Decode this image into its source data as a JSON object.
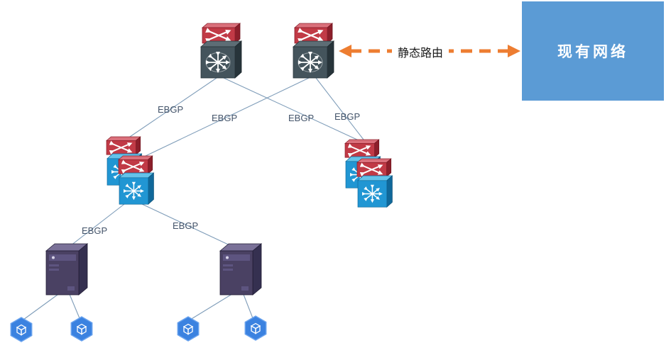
{
  "diagram": {
    "existing_network_label": "现有网络",
    "static_route_label": "静态路由",
    "ebgp": [
      {
        "text": "EBGP"
      },
      {
        "text": "EBGP"
      },
      {
        "text": "EBGP"
      },
      {
        "text": "EBGP"
      },
      {
        "text": "EBGP"
      },
      {
        "text": "EBGP"
      }
    ],
    "colors": {
      "existing_network_bg": "#5b9bd5",
      "static_route_arrow": "#ed7d31",
      "ebgp_text": "#44546a",
      "link_line": "#7f9db9",
      "router_red": "#c13a46",
      "switch_dark": "#44545c",
      "switch_blue": "#2196d3",
      "server_purple": "#4a4163",
      "workload_hexagon_blue": "#3b82e0"
    },
    "icons": {
      "spine_router": "red-router-crossed-arrows-icon",
      "spine_switch": "dark-multilayer-switch-icon",
      "leaf_router": "red-router-crossed-arrows-icon",
      "leaf_switch": "blue-multilayer-switch-icon",
      "server": "tower-server-icon",
      "workload": "hexagon-cube-icon"
    },
    "topology": {
      "spine_count": 2,
      "leaf_pair_count": 2,
      "server_count": 2,
      "workload_count": 4
    }
  }
}
